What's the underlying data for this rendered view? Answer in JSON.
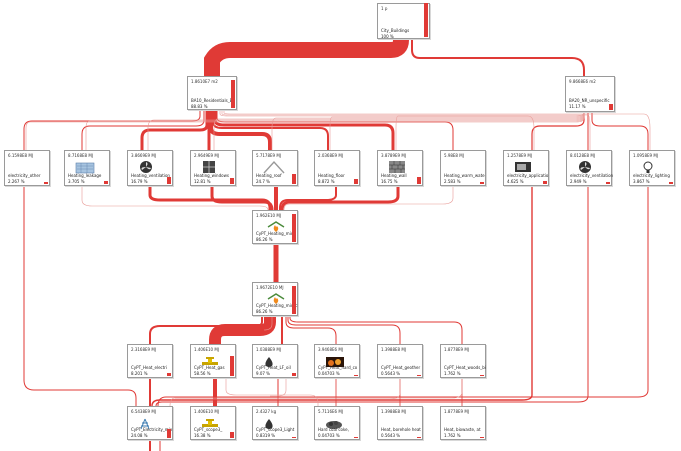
{
  "colors": {
    "flow": "#e03a36",
    "border": "#9a9a9a"
  },
  "nodes": {
    "city": {
      "value": "1 p",
      "name": "City_Buildings",
      "pct": "100 %",
      "share": 1.0
    },
    "res": {
      "value": "1.8610E7 m2",
      "name": "BA10_Residentials_B",
      "pct": "88.83 %",
      "share": 0.89
    },
    "nr": {
      "value": "9.8668E6 m2",
      "name": "BA20_NR_unspecific",
      "pct": "11.17 %",
      "share": 0.11
    },
    "el_other": {
      "value": "6.1598E8 MJ",
      "name": "electricity_other",
      "pct": "2.267 %",
      "share": 0.02
    },
    "h_leak": {
      "value": "8.7168E8 MJ",
      "name": "Heating_leakage",
      "pct": "3.705 %",
      "share": 0.04,
      "icon": "leakage-icon"
    },
    "h_vent": {
      "value": "3.8669E9 MJ",
      "name": "Heating_ventilation",
      "pct": "16.79 %",
      "share": 0.17,
      "icon": "fan-icon"
    },
    "h_win": {
      "value": "2.9649E9 MJ",
      "name": "Heating_windows",
      "pct": "12.81 %",
      "share": 0.13,
      "icon": "window-icon"
    },
    "h_roof": {
      "value": "5.7178E9 MJ",
      "name": "Heating_roof",
      "pct": "24.7 %",
      "share": 0.25,
      "icon": "roof-icon"
    },
    "h_floor": {
      "value": "2.0368E9 MJ",
      "name": "Heating_floor",
      "pct": "8.872 %",
      "share": 0.09,
      "icon": "floor-icon"
    },
    "h_wall": {
      "value": "3.8789E9 MJ",
      "name": "Heating_wall",
      "pct": "16.75 %",
      "share": 0.17,
      "icon": "wall-icon"
    },
    "h_ww": {
      "value": "5.98E8 MJ",
      "name": "Heating_warm_wate",
      "pct": "2.583 %",
      "share": 0.03
    },
    "el_app": {
      "value": "1.2578E9 MJ",
      "name": "electricity_applicatio",
      "pct": "4.625 %",
      "share": 0.05,
      "icon": "microwave-icon"
    },
    "el_vent": {
      "value": "8.0128E8 MJ",
      "name": "electricity_ventilation",
      "pct": "2.949 %",
      "share": 0.03,
      "icon": "fan-icon"
    },
    "el_light": {
      "value": "1.0958E9 MJ",
      "name": "electricity_lighting",
      "pct": "3.867 %",
      "share": 0.04,
      "icon": "bulb-icon"
    },
    "heat_mix1": {
      "value": "1.962E10 MJ",
      "name": "CyPT_Heating_mix",
      "pct": "86.26 %",
      "share": 0.86,
      "icon": "flame-house-icon"
    },
    "heat_mix2": {
      "value": "1.9672E10 MJ",
      "name": "CyPT_Heating_mix_c",
      "pct": "86.26 %",
      "share": 0.86,
      "icon": "flame-house-icon"
    },
    "heat_el": {
      "value": "2.3168E9 MJ",
      "name": "CyPT_Heat_electri",
      "pct": "8.201 %",
      "share": 0.08
    },
    "heat_gas": {
      "value": "1.406E10 MJ",
      "name": "CyPT_Heat_gas",
      "pct": "58.56 %",
      "share": 0.59,
      "icon": "gas-valve-icon"
    },
    "heat_oil": {
      "value": "1.0388E9 MJ",
      "name": "CyPT_Heat_LF_oil",
      "pct": "9.07 %",
      "share": 0.09,
      "icon": "oil-drop-icon"
    },
    "heat_coal": {
      "value": "3.9468E6 MJ",
      "name": "CyPT_Heat_hard_co",
      "pct": "0.04703 %",
      "share": 0.0005,
      "icon": "fire-icon"
    },
    "heat_geo": {
      "value": "1.3988E8 MJ",
      "name": "CyPT_Heat_geother",
      "pct": "0.5643 %",
      "share": 0.006
    },
    "heat_bio": {
      "value": "1.8778E9 MJ",
      "name": "CyPT_Heat_woods_bi",
      "pct": "1.762 %",
      "share": 0.018
    },
    "el_mix": {
      "value": "6.5438E9 MJ",
      "name": "CyPT_Electricity_mix",
      "pct": "24.08 %",
      "share": 0.24,
      "icon": "pylon-icon"
    },
    "scope3": {
      "value": "1.406E10 MJ",
      "name": "CyPT_scope3_",
      "pct": "16.38 %",
      "share": 0.16,
      "icon": "gas-valve-icon"
    },
    "scope3l": {
      "value": "2.4327 kg",
      "name": "CyPT_scope3_Light",
      "pct": "0.8319 %",
      "share": 0.008,
      "icon": "oil-drop-icon"
    },
    "coke": {
      "value": "5.7116E6 MJ",
      "name": "Hard coal coke,",
      "pct": "0.04703 %",
      "share": 0.0005,
      "icon": "coal-icon"
    },
    "borehole": {
      "value": "1.3988E8 MJ",
      "name": "Heat, borehole heat",
      "pct": "0.5643 %",
      "share": 0.006
    },
    "biowaste": {
      "value": "1.8778E9 MJ",
      "name": "Heat, biowaste, at",
      "pct": "1.762 %",
      "share": 0.018
    }
  }
}
